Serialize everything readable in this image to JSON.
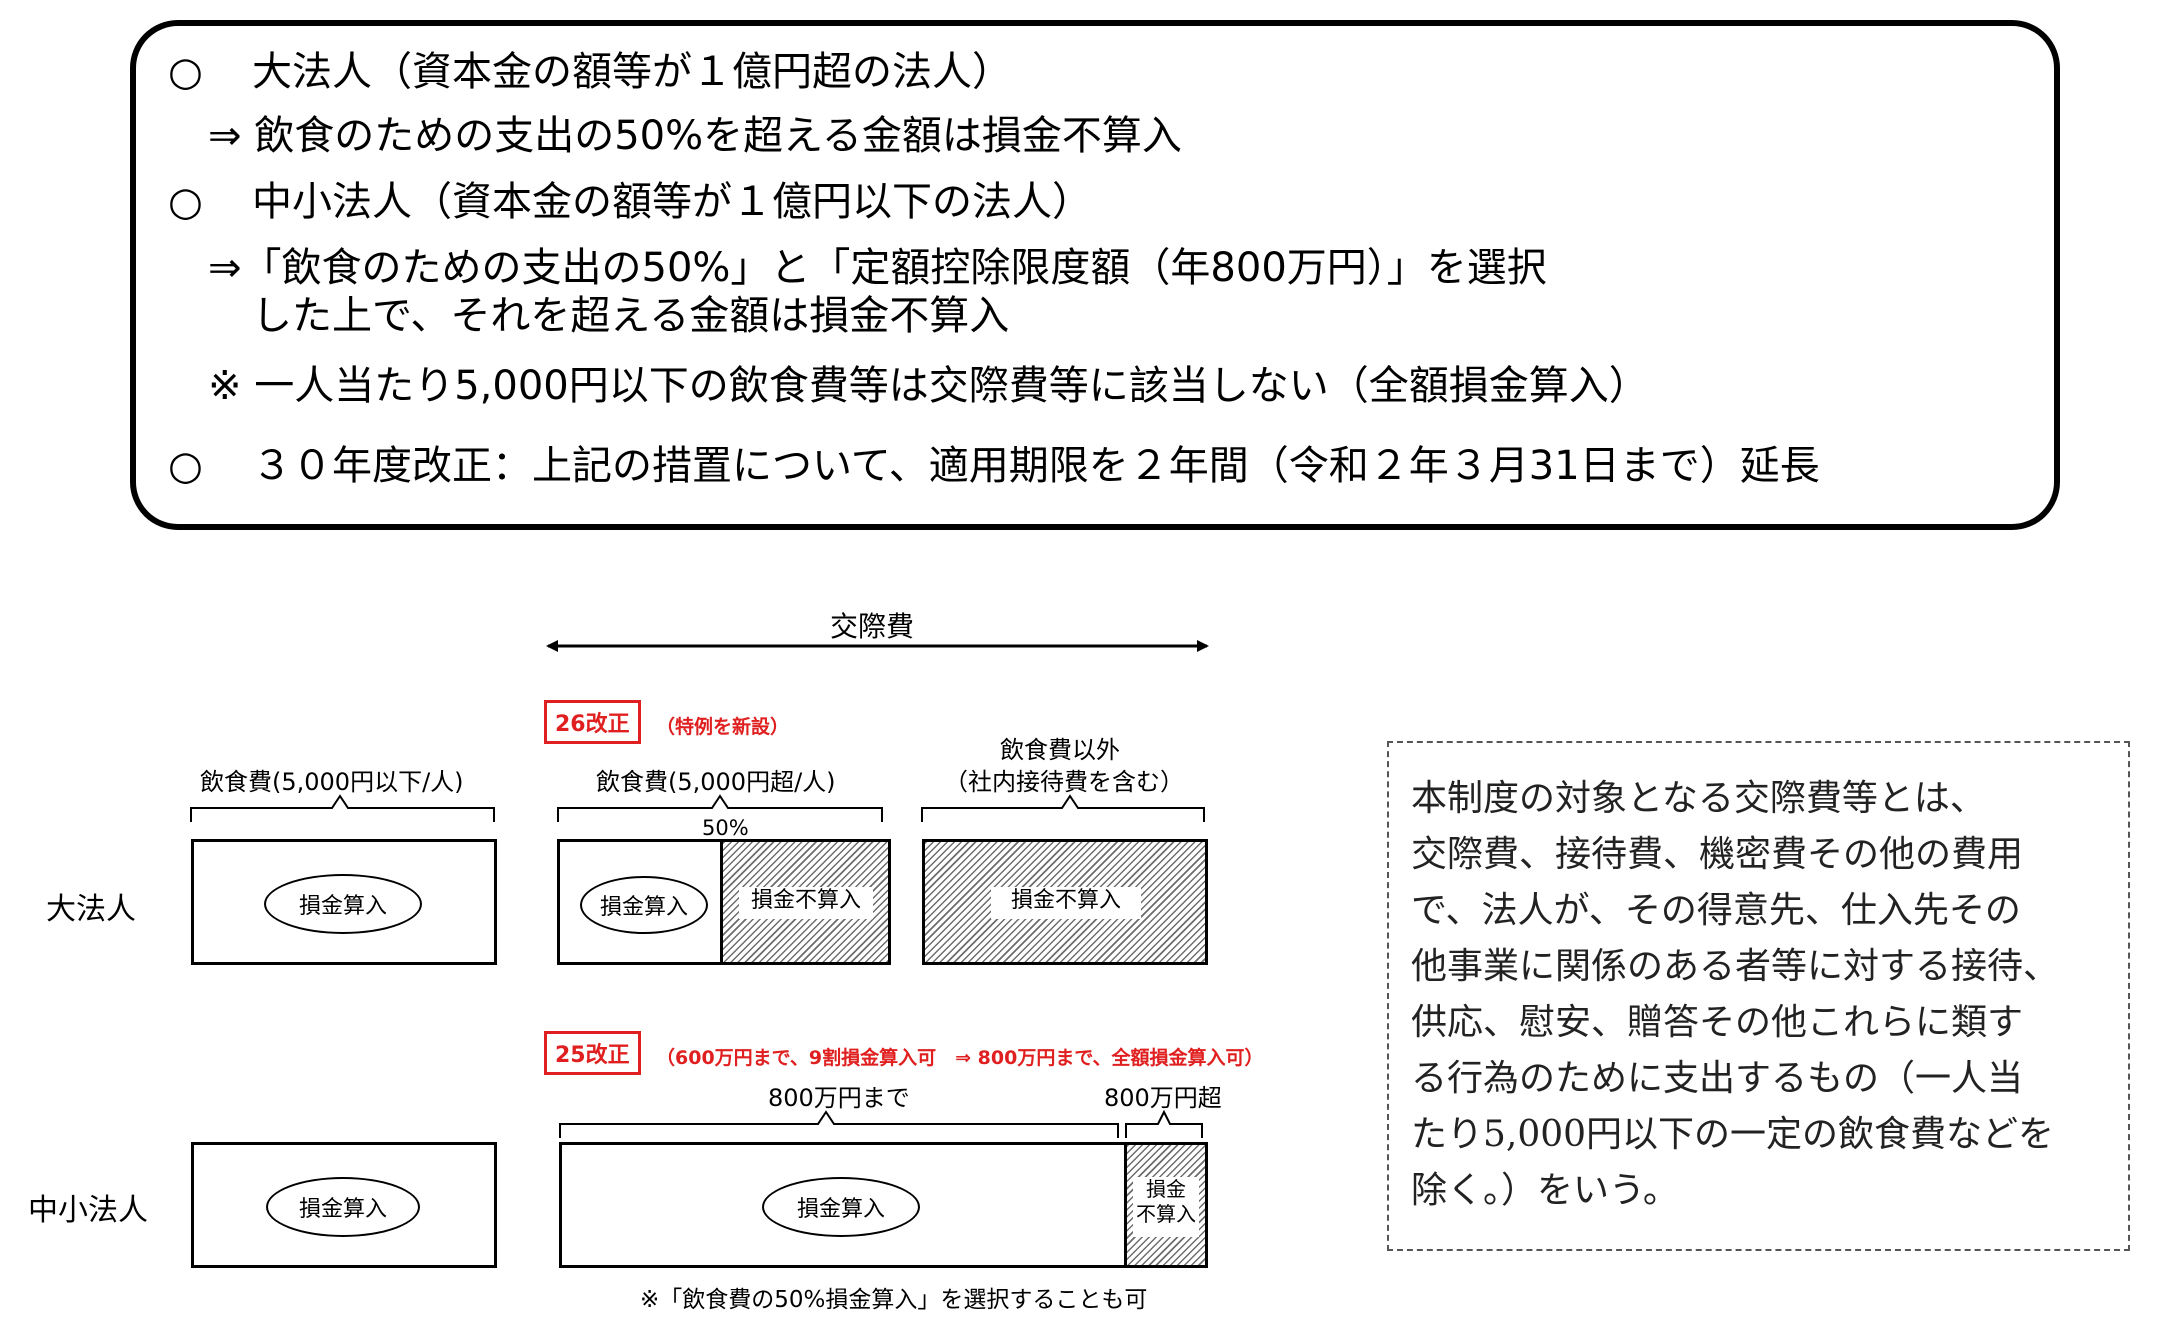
{
  "summary": {
    "bullet": "○",
    "large_corp": "大法人（資本金の額等が１億円超の法人）",
    "large_rule": "⇒ 飲食のための支出の50%を超える金額は損金不算入",
    "sme": "中小法人（資本金の額等が１億円以下の法人）",
    "sme_rule_1": "⇒「飲食のための支出の50%」と「定額控除限度額（年800万円）」を選択",
    "sme_rule_2": "した上で、それを超える金額は損金不算入",
    "note": "※ 一人当たり5,000円以下の飲食費等は交際費等に該当しない（全額損金算入）",
    "revision": "３０年度改正：上記の措置について、適用期限を２年間（令和２年３月31日まで）延長"
  },
  "diagram": {
    "entertainment": "交際費",
    "rev26_tag": "26改正",
    "rev26_note": "（特例を新設）",
    "food_under": "飲食費(5,000円以下/人)",
    "food_over": "飲食費(5,000円超/人)",
    "other_1": "飲食費以外",
    "other_2": "（社内接待費を含む）",
    "pct": "50%",
    "large_label": "大法人",
    "deductible": "損金算入",
    "non_deductible": "損金不算入",
    "rev25_tag": "25改正",
    "rev25_note": "（600万円まで、9割損金算入可　⇒ 800万円まで、全額損金算入可）",
    "upto_800": "800万円まで",
    "over_800": "800万円超",
    "sme_label": "中小法人",
    "small_non_1": "損金",
    "small_non_2": "不算入",
    "bottom_note": "※「飲食費の50%損金算入」を選択することも可"
  },
  "definition": {
    "lines": [
      "本制度の対象となる交際費等とは、",
      "交際費、接待費、機密費その他の費用",
      "で、法人が、その得意先、仕入先その",
      "他事業に関係のある者等に対する接待、",
      "供応、慰安、贈答その他これらに類す",
      "る行為のために支出するもの（一人当",
      "たり5,000円以下の一定の飲食費などを",
      "除く。）をいう。"
    ]
  },
  "colors": {
    "revision_red": "#e02020",
    "border": "#000000",
    "hatch": "#6d6d6d"
  }
}
